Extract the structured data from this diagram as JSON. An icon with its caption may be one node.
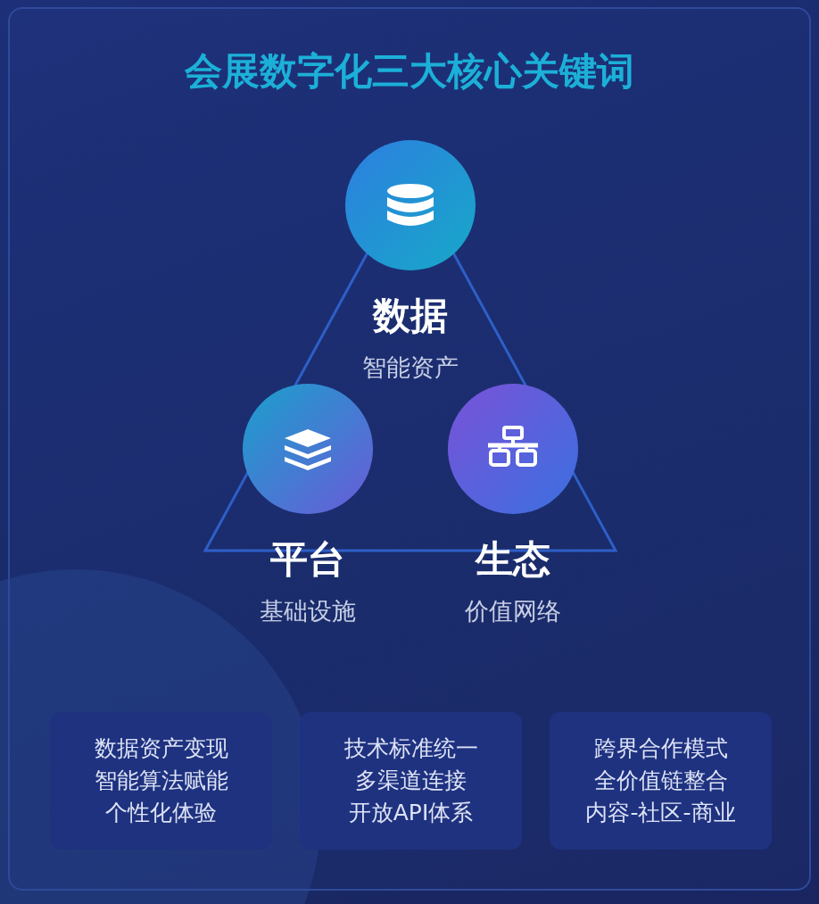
{
  "diagram": {
    "title": "会展数字化三大核心关键词",
    "nodes": [
      {
        "text": [
          "数据",
          "智能资产"
        ]
      },
      {
        "text": [
          "平台",
          "基础设施"
        ]
      },
      {
        "text": [
          "生态",
          "价值网络"
        ]
      },
      {
        "text": [
          "数据资产变现",
          "智能算法赋能",
          "个性化体验"
        ]
      },
      {
        "text": [
          "技术标准统一",
          "多渠道连接",
          "开放API体系"
        ]
      },
      {
        "text": [
          "跨界合作模式",
          "全价值链整合",
          "内容-社区-商业"
        ]
      }
    ],
    "edges": []
  }
}
